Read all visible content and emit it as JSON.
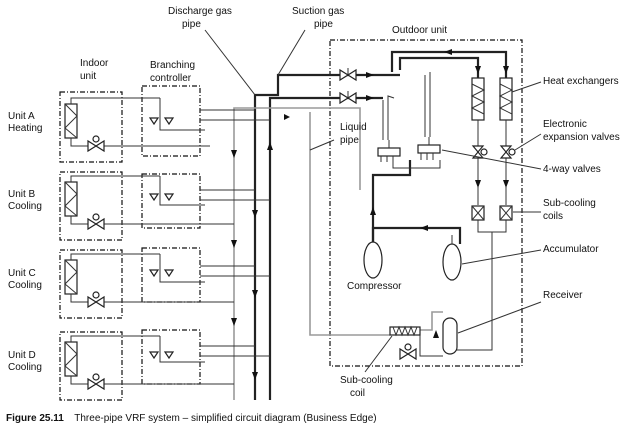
{
  "labels": {
    "discharge_gas_pipe": [
      "Discharge gas",
      "pipe"
    ],
    "suction_gas_pipe": [
      "Suction gas",
      "pipe"
    ],
    "outdoor_unit": "Outdoor unit",
    "indoor_unit": [
      "Indoor",
      "unit"
    ],
    "branching_controller": [
      "Branching",
      "controller"
    ],
    "liquid_pipe": [
      "Liquid",
      "pipe"
    ],
    "heat_exchangers": "Heat exchangers",
    "electronic_expansion_valves": [
      "Electronic",
      "expansion valves"
    ],
    "four_way_valves": "4-way valves",
    "sub_cooling_coils": [
      "Sub-cooling",
      "coils"
    ],
    "accumulator": "Accumulator",
    "compressor": "Compressor",
    "receiver": "Receiver",
    "sub_cooling_coil": [
      "Sub-cooling",
      "coil"
    ]
  },
  "units": [
    {
      "name": "Unit A",
      "mode": "Heating"
    },
    {
      "name": "Unit B",
      "mode": "Cooling"
    },
    {
      "name": "Unit C",
      "mode": "Cooling"
    },
    {
      "name": "Unit D",
      "mode": "Cooling"
    }
  ],
  "caption": {
    "figure": "Figure 25.11",
    "text": "Three-pipe VRF system – simplified circuit diagram (Business Edge)"
  }
}
